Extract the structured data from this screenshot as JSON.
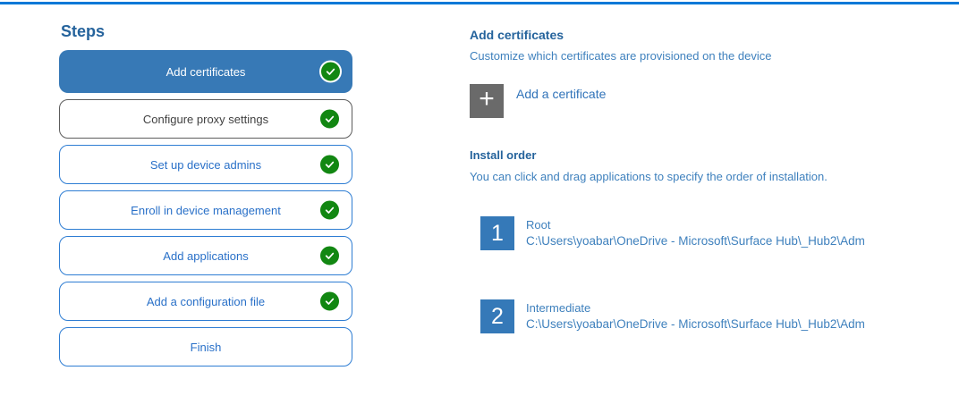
{
  "colors": {
    "top_rule": "#0078d7",
    "selected_step_fill": "#3779b6",
    "step_border_blue": "#2e7dd3",
    "step_text_blue": "#2970c8",
    "visited_step_border": "#5c5c5c",
    "visited_step_text": "#414141",
    "heading_blue": "#25639c",
    "body_text_blue": "#3e80bd",
    "check_green": "#128712",
    "plus_tile_gray": "#6a6a6a",
    "number_tile_blue": "#3579b8"
  },
  "steps_panel": {
    "title": "Steps",
    "items": [
      {
        "label": "Add certificates",
        "state": "selected",
        "checked": true
      },
      {
        "label": "Configure proxy settings",
        "state": "visited",
        "checked": true
      },
      {
        "label": "Set up device admins",
        "state": "normal",
        "checked": true
      },
      {
        "label": "Enroll in device management",
        "state": "normal",
        "checked": true
      },
      {
        "label": "Add applications",
        "state": "normal",
        "checked": true
      },
      {
        "label": "Add a configuration file",
        "state": "normal",
        "checked": true
      },
      {
        "label": "Finish",
        "state": "normal",
        "checked": false
      }
    ]
  },
  "content": {
    "heading": "Add certificates",
    "subheading": "Customize which certificates are provisioned on the device",
    "add_certificate": {
      "icon": "plus-icon",
      "plus_glyph": "+",
      "label": "Add a certificate"
    },
    "install_order": {
      "heading": "Install order",
      "description": "You can click and drag applications to specify the order of installation.",
      "items": [
        {
          "number": "1",
          "name": "Root",
          "path": "C:\\Users\\yoabar\\OneDrive - Microsoft\\Surface Hub\\_Hub2\\Adm"
        },
        {
          "number": "2",
          "name": "Intermediate",
          "path": "C:\\Users\\yoabar\\OneDrive - Microsoft\\Surface Hub\\_Hub2\\Adm"
        }
      ]
    }
  }
}
